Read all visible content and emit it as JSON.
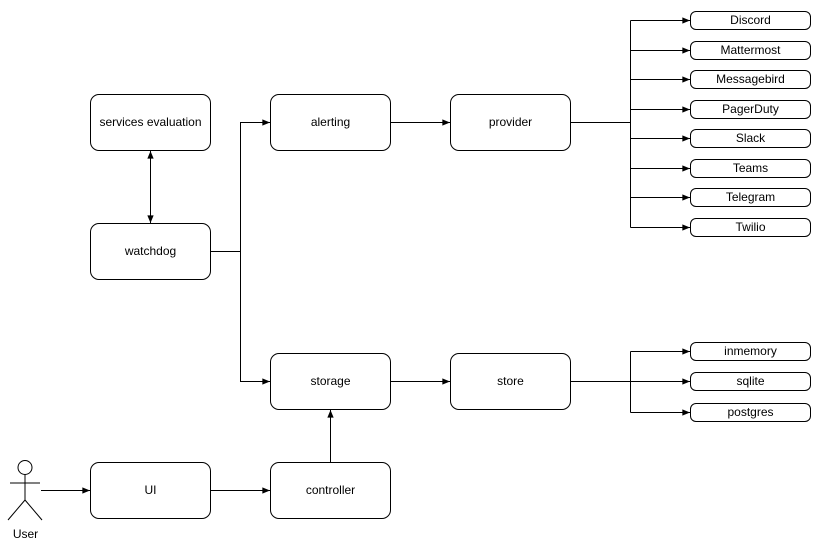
{
  "diagram": {
    "background": "#ffffff",
    "colors": {
      "node_fill": "#ffffff",
      "node_stroke": "#000000",
      "edge_stroke": "#000000",
      "text": "#000000"
    },
    "nodes": {
      "services_evaluation": "services evaluation",
      "watchdog": "watchdog",
      "alerting": "alerting",
      "provider": "provider",
      "storage": "storage",
      "store": "store",
      "ui": "UI",
      "controller": "controller"
    },
    "providers": [
      "Discord",
      "Mattermost",
      "Messagebird",
      "PagerDuty",
      "Slack",
      "Teams",
      "Telegram",
      "Twilio"
    ],
    "stores": [
      "inmemory",
      "sqlite",
      "postgres"
    ],
    "actor": {
      "label": "User"
    },
    "edges": [
      [
        "services evaluation",
        "watchdog",
        "bidirectional"
      ],
      [
        "watchdog",
        "alerting",
        "directed"
      ],
      [
        "watchdog",
        "storage",
        "directed"
      ],
      [
        "alerting",
        "provider",
        "directed"
      ],
      [
        "provider",
        "Discord",
        "directed"
      ],
      [
        "provider",
        "Mattermost",
        "directed"
      ],
      [
        "provider",
        "Messagebird",
        "directed"
      ],
      [
        "provider",
        "PagerDuty",
        "directed"
      ],
      [
        "provider",
        "Slack",
        "directed"
      ],
      [
        "provider",
        "Teams",
        "directed"
      ],
      [
        "provider",
        "Telegram",
        "directed"
      ],
      [
        "provider",
        "Twilio",
        "directed"
      ],
      [
        "storage",
        "store",
        "directed"
      ],
      [
        "store",
        "inmemory",
        "directed"
      ],
      [
        "store",
        "sqlite",
        "directed"
      ],
      [
        "store",
        "postgres",
        "directed"
      ],
      [
        "User",
        "UI",
        "directed"
      ],
      [
        "UI",
        "controller",
        "directed"
      ],
      [
        "controller",
        "storage",
        "directed"
      ]
    ]
  }
}
